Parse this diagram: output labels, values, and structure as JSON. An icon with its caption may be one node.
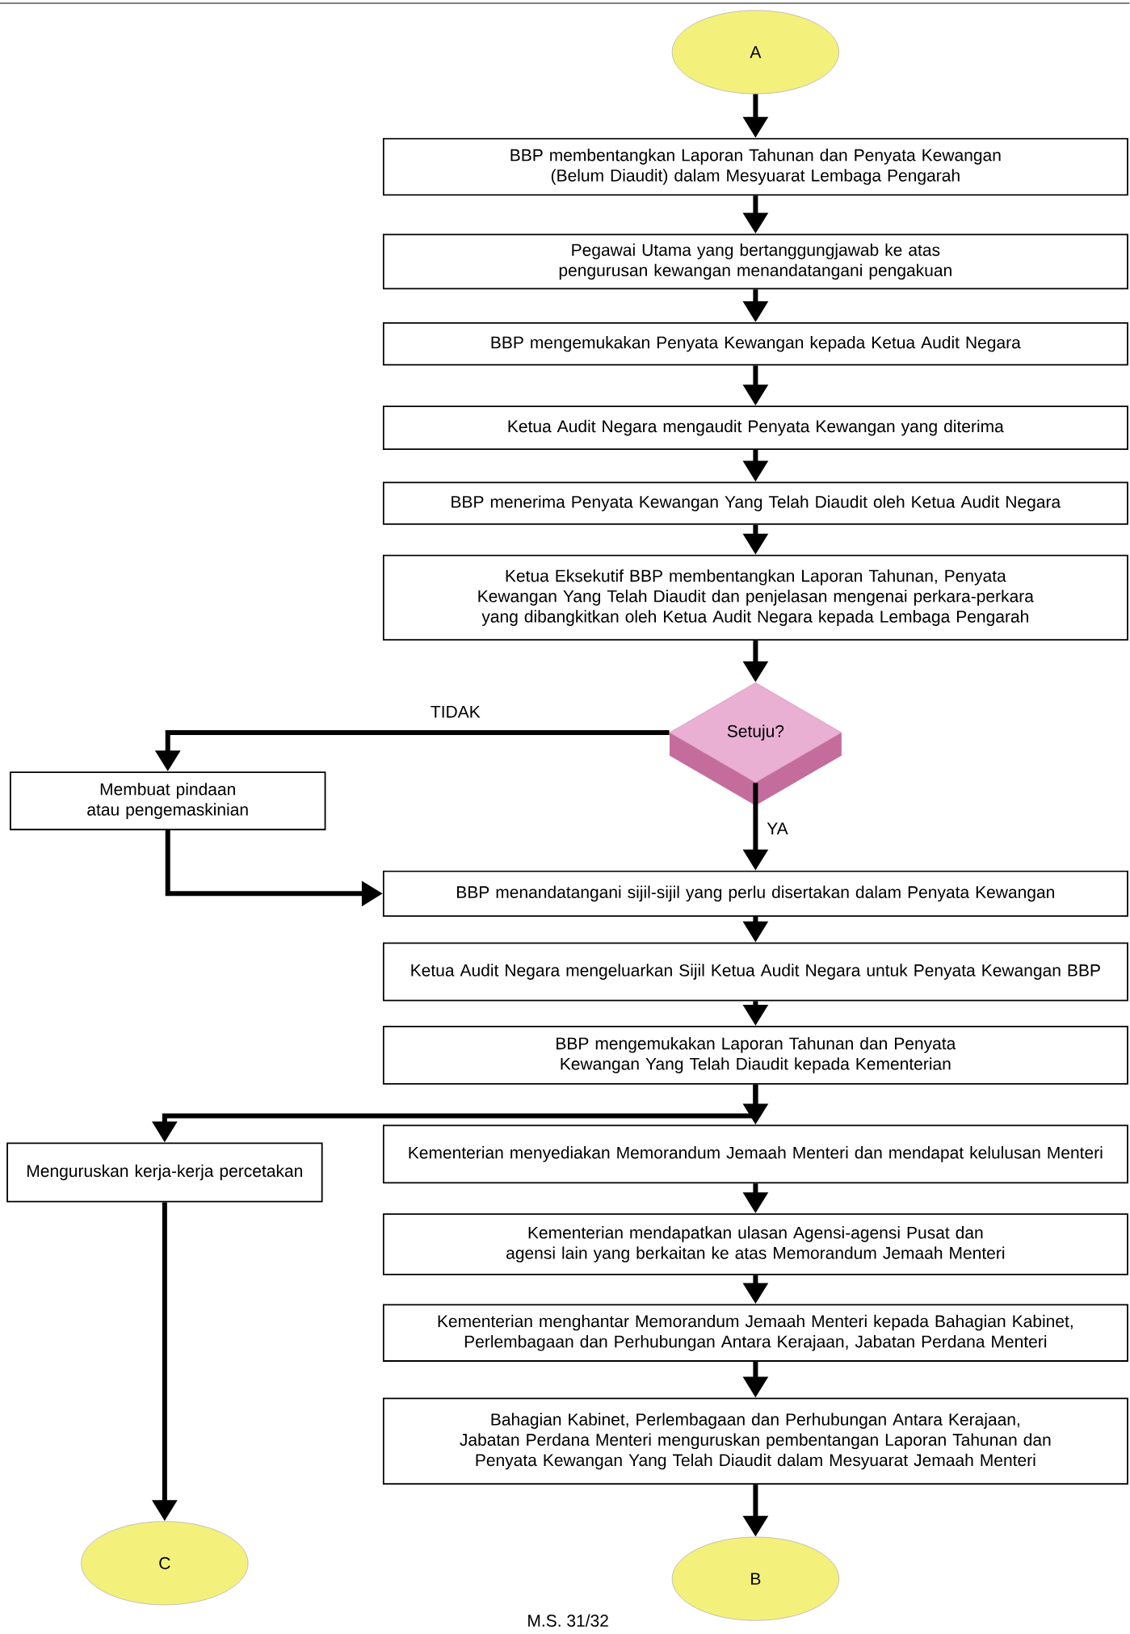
{
  "diagram": {
    "nodes": [
      {
        "text": [
          "A"
        ]
      },
      {
        "text": [
          "BBP membentangkan Laporan Tahunan dan Penyata Kewangan (Belum Diaudit) dalam Mesyuarat Lembaga Pengarah"
        ]
      },
      {
        "text": [
          "Pegawai Utama yang bertanggungjawab ke atas pengurusan kewangan menandatangani pengakuan"
        ]
      },
      {
        "text": [
          "BBP mengemukakan Penyata Kewangan kepada Ketua Audit Negara"
        ]
      },
      {
        "text": [
          "Ketua Audit Negara mengaudit Penyata Kewangan yang diterima"
        ]
      },
      {
        "text": [
          "BBP menerima Penyata Kewangan Yang Telah Diaudit oleh Ketua Audit Negara"
        ]
      },
      {
        "text": [
          "Ketua Eksekutif BBP membentangkan Laporan Tahunan, Penyata Kewangan Yang Telah Diaudit dan penjelasan mengenai perkara-perkara yang dibangkitkan oleh Ketua Audit Negara kepada Lembaga Pengarah"
        ]
      },
      {
        "text": [
          "Setuju?"
        ]
      },
      {
        "text": [
          "Membuat pindaan atau pengemaskinian"
        ]
      },
      {
        "text": [
          "BBP menandatangani sijil-sijil yang perlu disertakan dalam Penyata Kewangan"
        ]
      },
      {
        "text": [
          "Ketua Audit Negara mengeluarkan Sijil Ketua Audit Negara untuk Penyata Kewangan BBP"
        ]
      },
      {
        "text": [
          "BBP mengemukakan Laporan Tahunan dan Penyata Kewangan Yang Telah Diaudit kepada Kementerian"
        ]
      },
      {
        "text": [
          "Menguruskan kerja-kerja percetakan"
        ]
      },
      {
        "text": [
          "Kementerian menyediakan Memorandum Jemaah Menteri dan mendapat kelulusan Menteri"
        ]
      },
      {
        "text": [
          "Kementerian mendapatkan ulasan Agensi-agensi Pusat dan agensi lain yang berkaitan ke atas Memorandum Jemaah Menteri"
        ]
      },
      {
        "text": [
          "Kementerian menghantar Memorandum Jemaah Menteri kepada Bahagian Kabinet, Perlembagaan dan Perhubungan Antara Kerajaan, Jabatan Perdana Menteri"
        ]
      },
      {
        "text": [
          "Bahagian Kabinet, Perlembagaan dan Perhubungan Antara Kerajaan, Jabatan Perdana Menteri menguruskan pembentangan Laporan Tahunan dan Penyata Kewangan Yang Telah Diaudit dalam Mesyuarat Jemaah Menteri"
        ]
      },
      {
        "text": [
          "C"
        ]
      },
      {
        "text": [
          "B"
        ]
      }
    ],
    "edges": [
      {
        "from": 0,
        "to": 1,
        "arrow": "to"
      },
      {
        "from": 1,
        "to": 2,
        "arrow": "to"
      },
      {
        "from": 2,
        "to": 3,
        "arrow": "to"
      },
      {
        "from": 3,
        "to": 4,
        "arrow": "to"
      },
      {
        "from": 4,
        "to": 5,
        "arrow": "to"
      },
      {
        "from": 5,
        "to": 6,
        "arrow": "to"
      },
      {
        "from": 6,
        "to": 7,
        "arrow": "to"
      },
      {
        "from": 7,
        "to": 8,
        "arrow": "to",
        "label": "TIDAK"
      },
      {
        "from": 7,
        "to": 9,
        "arrow": "to",
        "label": "YA"
      },
      {
        "from": 8,
        "to": 9,
        "arrow": "to"
      },
      {
        "from": 9,
        "to": 10,
        "arrow": "to"
      },
      {
        "from": 10,
        "to": 11,
        "arrow": "to"
      },
      {
        "from": 11,
        "to": 12,
        "arrow": "to"
      },
      {
        "from": 11,
        "to": 13,
        "arrow": "to"
      },
      {
        "from": 13,
        "to": 14,
        "arrow": "to"
      },
      {
        "from": 14,
        "to": 15,
        "arrow": "to"
      },
      {
        "from": 15,
        "to": 16,
        "arrow": "to"
      },
      {
        "from": 16,
        "to": 18,
        "arrow": "to"
      },
      {
        "from": 12,
        "to": 17,
        "arrow": "to"
      }
    ],
    "labels": [
      "M.S. 31/32"
    ]
  }
}
